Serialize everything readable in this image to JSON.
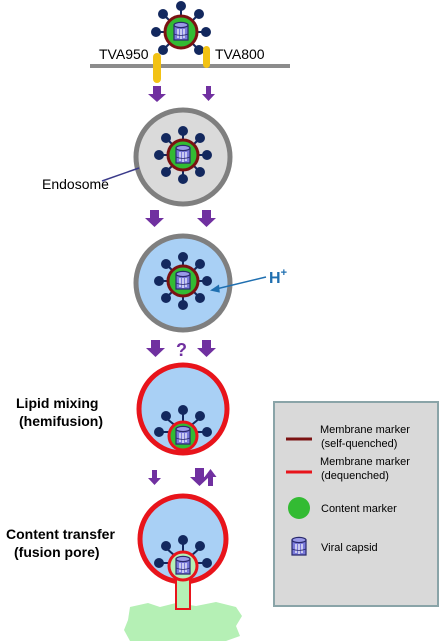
{
  "labels": {
    "tva950": "TVA950",
    "tva800": "TVA800",
    "endosome": "Endosome",
    "proton": "H",
    "proton_sup": "+",
    "question": "?",
    "lipid_line1": "Lipid mixing",
    "lipid_line2": "(hemifusion)",
    "content_line1": "Content transfer",
    "content_line2": "(fusion pore)"
  },
  "legend": {
    "marker_quenched_line1": "Membrane marker",
    "marker_quenched_line2": "(self-quenched)",
    "marker_dequenched_line1": "Membrane marker",
    "marker_dequenched_line2": "(dequenched)",
    "content_marker": "Content marker",
    "viral_capsid": "Viral capsid"
  },
  "colors": {
    "arrow": "#7030a0",
    "quenched": "#7b1212",
    "dequenched": "#e8141b",
    "content": "#33bb33",
    "endosome_fill": "#dadada",
    "endosome_border": "#7f7f7f",
    "acidic_fill": "#a9d0f5",
    "glycoprotein": "#13285e",
    "receptor": "#f2c214",
    "capsid_fill": "#7b7bdb",
    "capsid_stroke": "#2a2a6e",
    "legend_bg": "#d9d9d9",
    "legend_border": "#8aa4a8",
    "proton_text": "#1f6fb0",
    "cytoplasm": "#b5f0b5"
  }
}
